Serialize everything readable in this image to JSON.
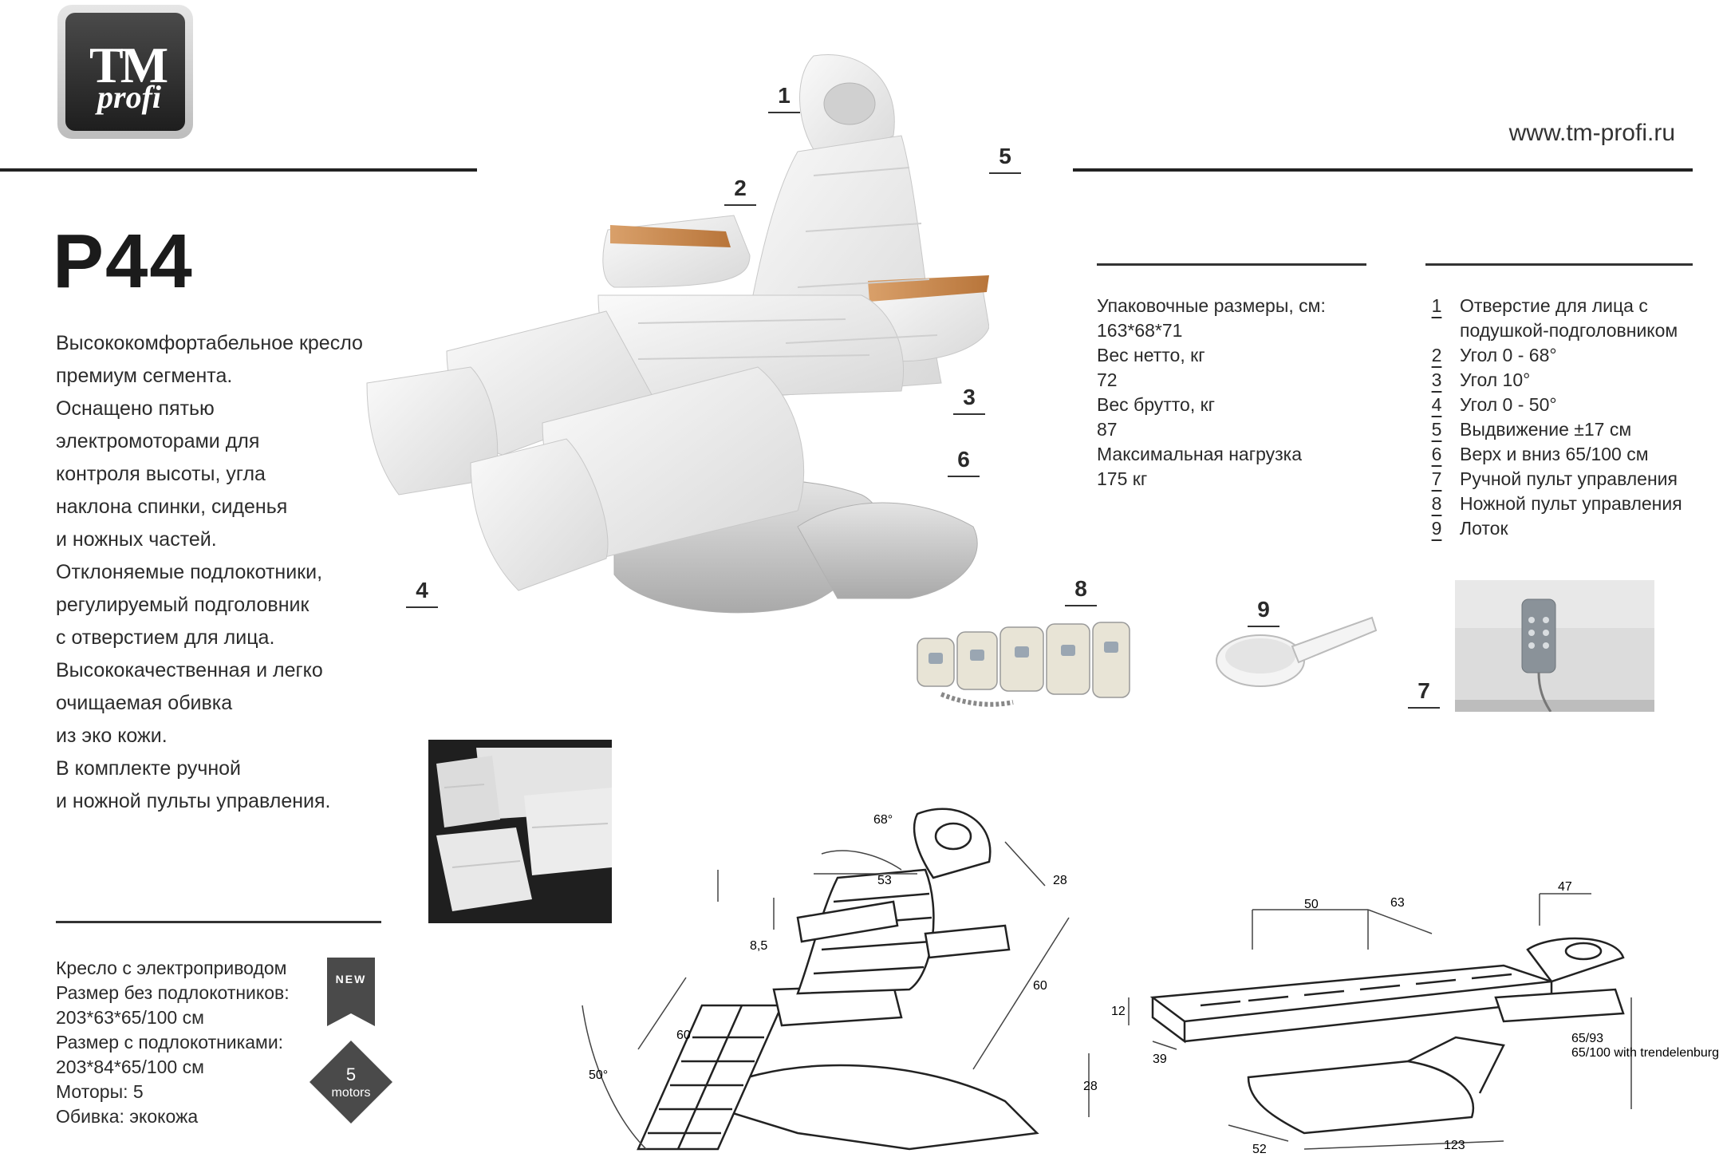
{
  "brand": {
    "logo_text": "TM profi",
    "website": "www.tm-profi.ru"
  },
  "model": "P44",
  "description": [
    "Высококомфортабельное кресло",
    "премиум сегмента.",
    "Оснащено  пятью",
    "электромоторами для",
    "контроля высоты, угла",
    "наклона спинки, сиденья",
    "и ножных частей.",
    "Отклоняемые подлокотники,",
    "регулируемый подголовник",
    "с отверстием для лица.",
    "Высококачественная и легко",
    "очищаемая обивка",
    "из эко кожи.",
    "В комплекте ручной",
    "и ножной пульты управления."
  ],
  "specs": [
    "Кресло с электроприводом",
    "Размер без подлокотников:",
    "203*63*65/100 см",
    "Размер с подлокотниками:",
    "203*84*65/100 см",
    "Моторы: 5",
    "Обивка: экокожа"
  ],
  "badges": {
    "new_label": "NEW",
    "motors_number": "5",
    "motors_label": "motors"
  },
  "packaging": [
    "Упаковочные размеры, см:",
    "163*68*71",
    "Вес нетто, кг",
    "72",
    "Вес брутто, кг",
    "87",
    "Максимальная нагрузка",
    "175 кг"
  ],
  "legend": [
    {
      "num": "1",
      "text": "Отверстие для лица с"
    },
    {
      "num": "",
      "text": "подушкой-подголовником"
    },
    {
      "num": "2",
      "text": "Угол 0 - 68°"
    },
    {
      "num": "3",
      "text": "Угол 10°"
    },
    {
      "num": "4",
      "text": "Угол 0 - 50°"
    },
    {
      "num": "5",
      "text": "Выдвижение ±17 см"
    },
    {
      "num": "6",
      "text": "Верх и вниз 65/100 см"
    },
    {
      "num": "7",
      "text": "Ручной пульт управления"
    },
    {
      "num": "8",
      "text": "Ножной пульт управления"
    },
    {
      "num": "9",
      "text": "Лоток"
    }
  ],
  "callouts": [
    "1",
    "2",
    "3",
    "4",
    "5",
    "6",
    "7",
    "8",
    "9"
  ],
  "dimensions_left": {
    "angle_back": "68°",
    "angle_legs": "50°",
    "d53": "53",
    "d28_top": "28",
    "d8_5": "8,5",
    "d60_right": "60",
    "d60_left": "60",
    "d28_bottom": "28"
  },
  "dimensions_right": {
    "d50": "50",
    "d63": "63",
    "d47": "47",
    "d12": "12",
    "d39": "39",
    "height": "65/93",
    "height_trend": "65/100 with trendelenburg",
    "d52": "52",
    "d123": "123"
  },
  "colors": {
    "text": "#2a2a2a",
    "upholstery": "#ededed",
    "wood": "#c98a4a",
    "base": "#c9c9c9",
    "badge": "#4a4a4a"
  }
}
